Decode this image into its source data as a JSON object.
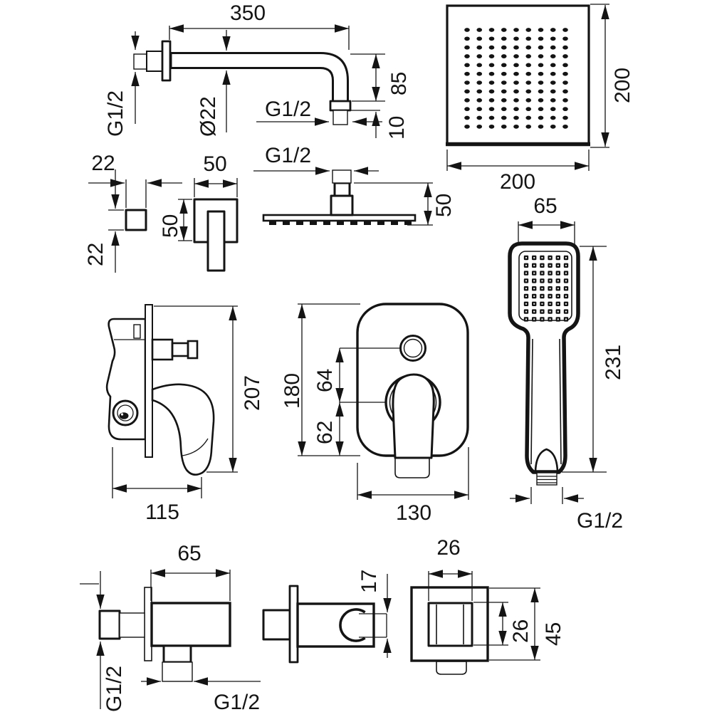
{
  "components": {
    "shower_arm": {
      "length": "350",
      "wall_thread": "G1/2",
      "diameter": "Ø22",
      "outlet_thread": "G1/2",
      "drop": "85",
      "outlet_height": "10"
    },
    "head_shower_front": {
      "width": "200",
      "height": "200"
    },
    "arm_cross_section": {
      "width": "22",
      "height": "22"
    },
    "wall_flange": {
      "width": "50",
      "height": "50"
    },
    "head_shower_side": {
      "thread": "G1/2",
      "height": "50"
    },
    "hand_shower": {
      "head_width": "65",
      "length": "231",
      "thread": "G1/2"
    },
    "concealed_mixer_side": {
      "height": "207",
      "width": "115"
    },
    "concealed_mixer_front": {
      "plate_height": "180",
      "spout_to_lever": "64",
      "lever_to_edge": "62",
      "plate_width": "130"
    },
    "wall_elbow": {
      "width": "65",
      "inlet_thread": "G1/2",
      "outlet_thread": "G1/2"
    },
    "holder_side": {
      "clip_gap": "17"
    },
    "holder_front": {
      "inner_width": "26",
      "inner_height": "26",
      "outer_height": "45"
    }
  }
}
